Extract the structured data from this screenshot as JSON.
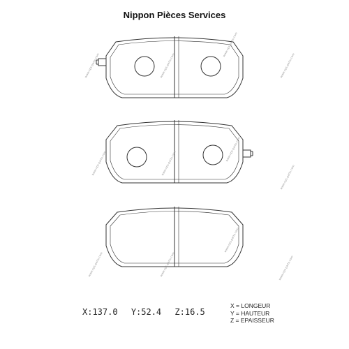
{
  "header": {
    "title": "Nippon Pièces Services"
  },
  "dimensions": {
    "x": "X:137.0",
    "y": "Y:52.4",
    "z": "Z:16.5"
  },
  "legend": {
    "x": "X = LONGEUR",
    "y": "Y = HAUTEUR",
    "z": "Z = EPAISSEUR"
  },
  "watermark": {
    "text": "www.nps-parts.com"
  }
}
